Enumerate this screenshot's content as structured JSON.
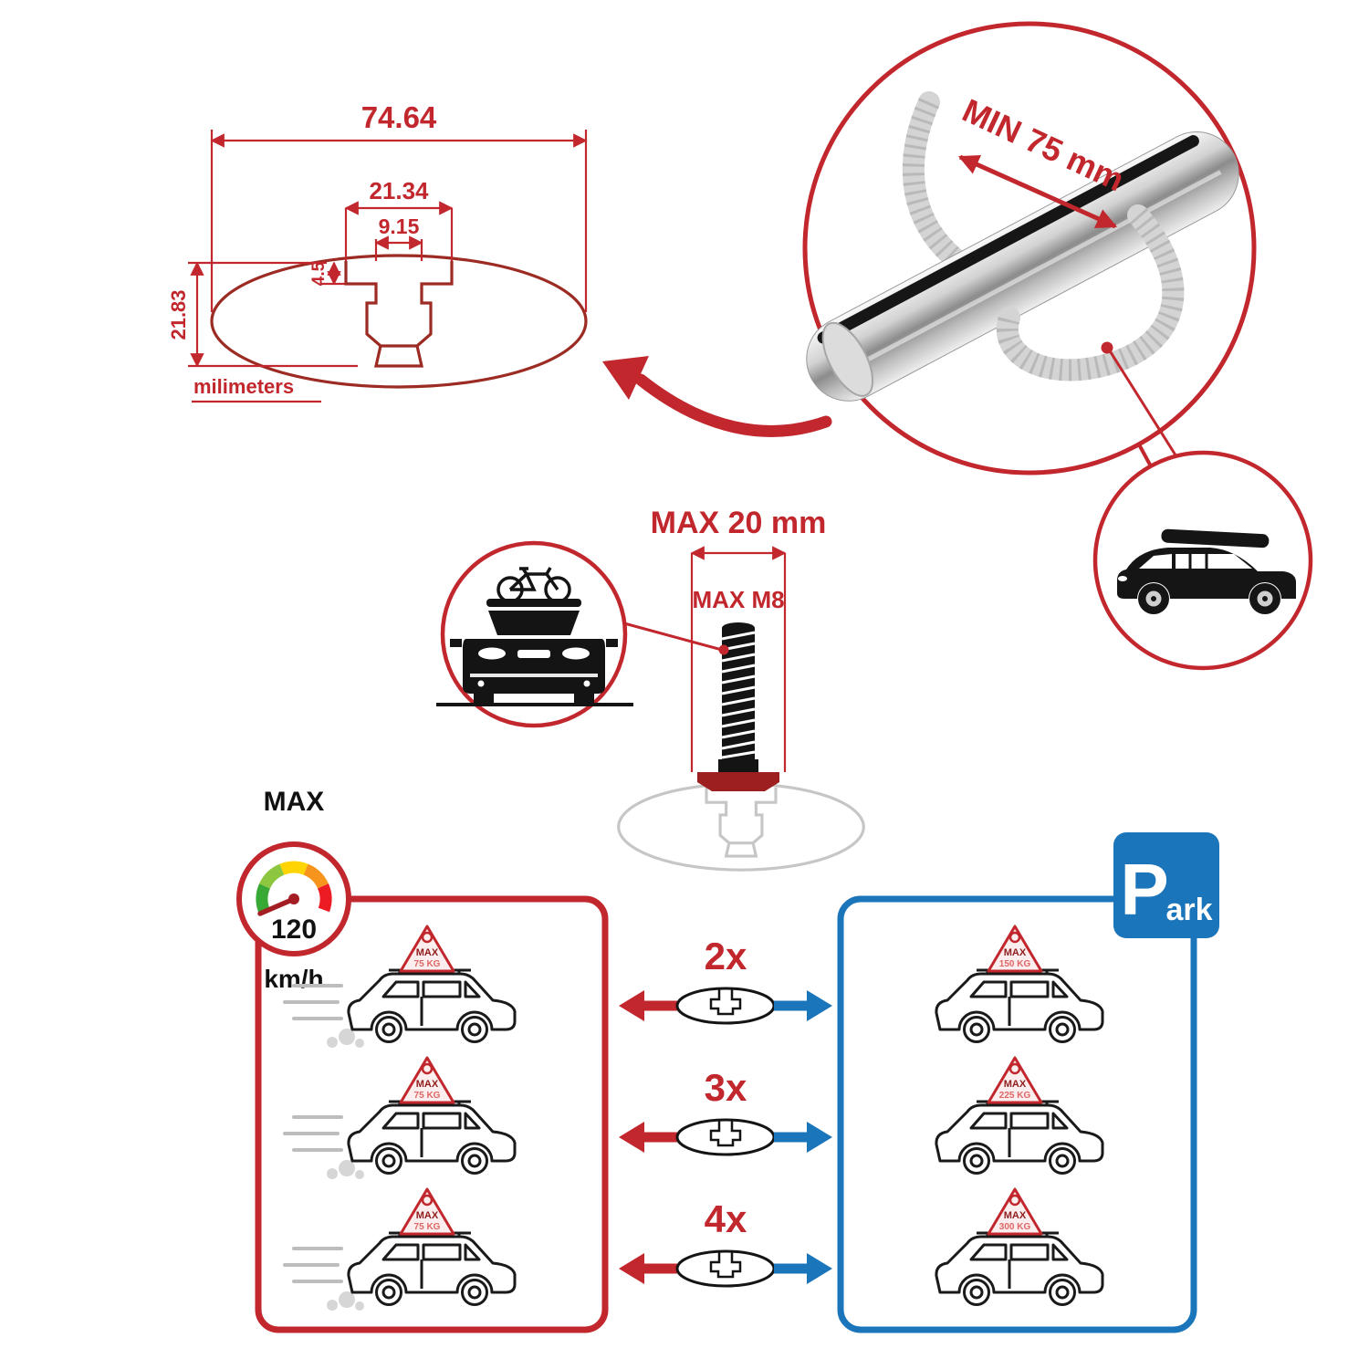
{
  "colors": {
    "red": "#C1272D",
    "blue": "#1B75BB"
  },
  "dims": {
    "total_width": "74.64",
    "recess_width": "21.34",
    "slot_width": "9.15",
    "recess_depth": "4.5",
    "profile_height": "21.83",
    "units": "milimeters"
  },
  "bar_detail": {
    "min_span": "MIN 75 mm"
  },
  "bolt": {
    "max_length": "MAX 20 mm",
    "thread": "MAX M8"
  },
  "speed": {
    "max_label": "MAX",
    "value": "120",
    "unit": "km/h"
  },
  "options": [
    "2x",
    "3x",
    "4x"
  ],
  "driving_cars": [
    {
      "badge": "MAX",
      "load": "75 KG"
    },
    {
      "badge": "MAX",
      "load": "75 KG"
    },
    {
      "badge": "MAX",
      "load": "75 KG"
    }
  ],
  "parked_cars": [
    {
      "badge": "MAX",
      "load": "150 KG"
    },
    {
      "badge": "MAX",
      "load": "225 KG"
    },
    {
      "badge": "MAX",
      "load": "300 KG"
    }
  ],
  "parking": {
    "p": "P",
    "suffix": "ark"
  }
}
